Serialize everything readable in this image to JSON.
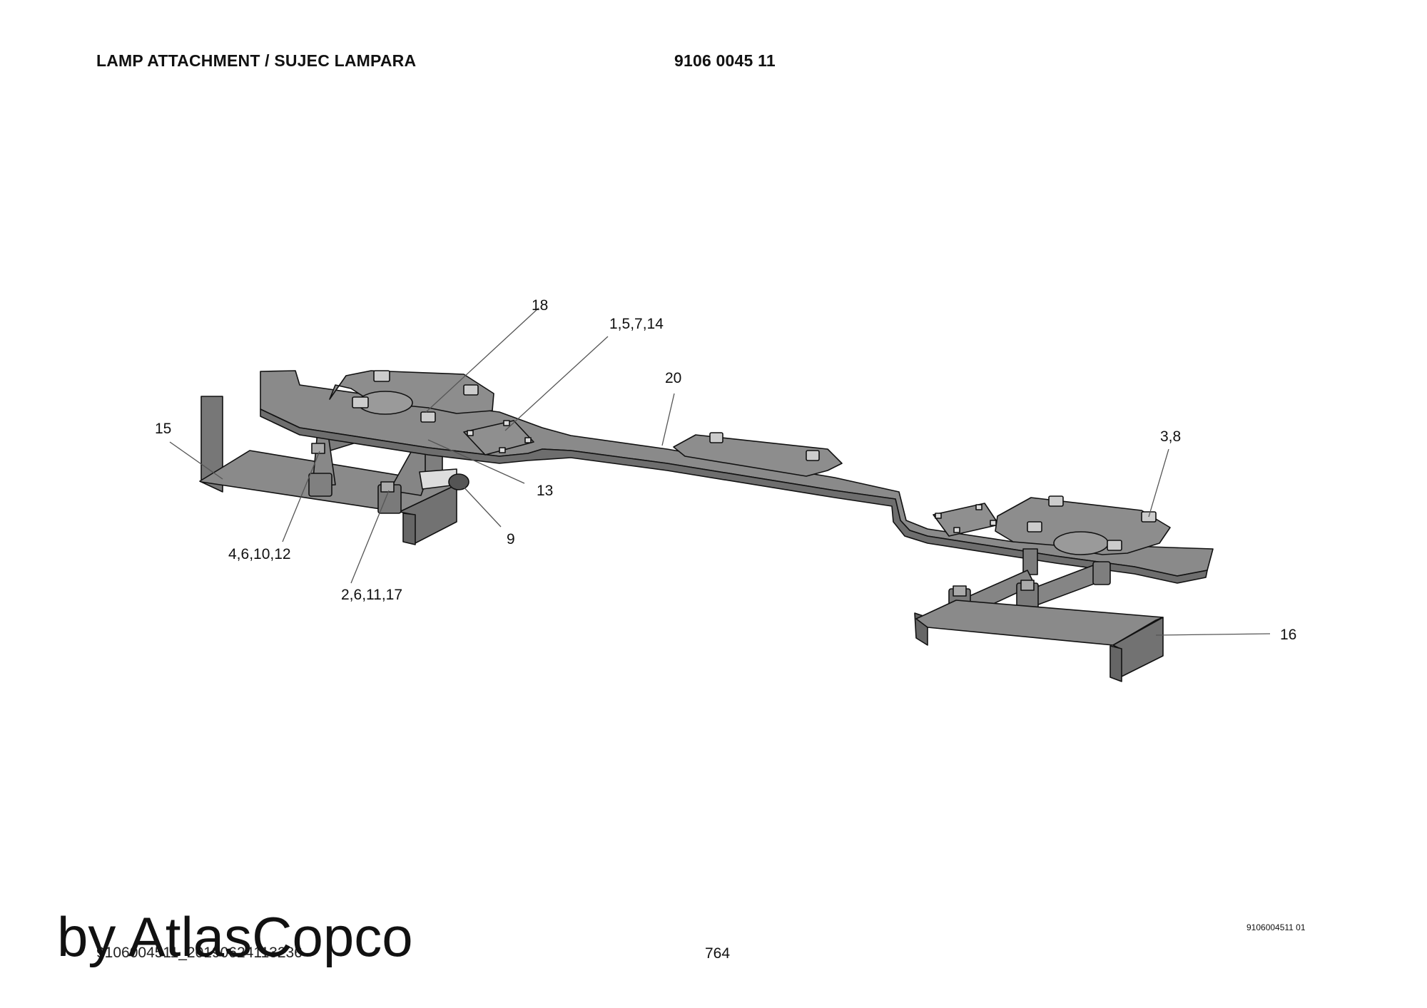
{
  "header": {
    "title": "LAMP ATTACHMENT / SUJEC LAMPARA",
    "part_number": "9106 0045 11"
  },
  "callouts": {
    "c18": "18",
    "c1_5_7_14": "1,5,7,14",
    "c20": "20",
    "c15": "15",
    "c13": "13",
    "c9": "9",
    "c4_6_10_12": "4,6,10,12",
    "c2_6_11_17": "2,6,11,17",
    "c3_8": "3,8",
    "c16": "16"
  },
  "footer": {
    "watermark": "by AtlasCopco",
    "document_ref": "9106004511_20190624113236",
    "page": "764",
    "drawing_id": "9106004511 01"
  },
  "colors": {
    "part_fill": "#8a8a8a",
    "part_dark": "#6e6e6e",
    "outline": "#111111",
    "leader": "#555555"
  }
}
